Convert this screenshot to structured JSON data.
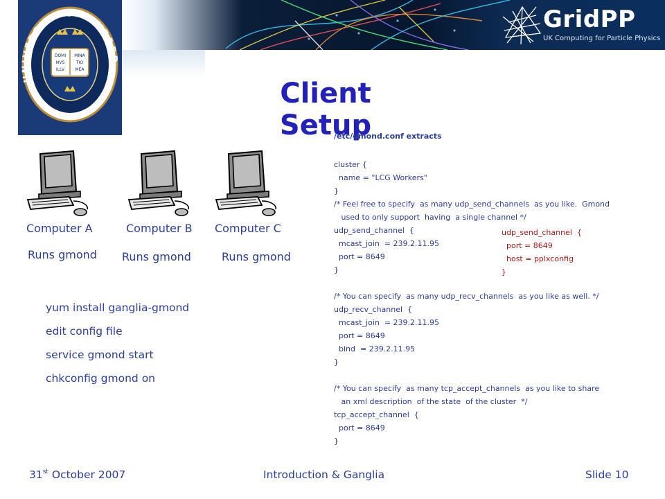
{
  "title": "Client Setup",
  "logos": {
    "oxford_text": "UNIVERSITY OF OXFORD",
    "oxford_book": [
      "DOMI",
      "NVS",
      "ILLV",
      "MINA",
      "TIO",
      "MEA"
    ],
    "gridpp_name": "GridPP",
    "gridpp_tagline": "UK Computing for Particle Physics"
  },
  "computers": [
    {
      "name": "Computer A",
      "role": "Runs gmond"
    },
    {
      "name": "Computer B",
      "role": "Runs gmond"
    },
    {
      "name": "Computer C",
      "role": "Runs gmond"
    }
  ],
  "commands": [
    "yum install ganglia-gmond",
    "edit config file",
    "service gmond start",
    "chkconfig gmond on"
  ],
  "config": {
    "heading": "/etc/gmond.conf extracts",
    "code": "cluster {\n  name = \"LCG Workers\"\n}\n/* Feel free to specify  as many udp_send_channels  as you like.  Gmond\n   used to only support  having  a single channel */\nudp_send_channel  {\n  mcast_join  = 239.2.11.95\n  port = 8649\n}\n\n/* You can specify  as many udp_recv_channels  as you like as well. */\nudp_recv_channel  {\n  mcast_join  = 239.2.11.95\n  port = 8649\n  bind  = 239.2.11.95\n}\n\n/* You can specify  as many tcp_accept_channels  as you like to share\n   an xml description  of the state  of the cluster  */\ntcp_accept_channel  {\n  port = 8649\n}",
    "alt_code": "udp_send_channel  {\n  port = 8649\n  host = pplxconfig\n}"
  },
  "footer": {
    "date_day": "31",
    "date_suffix": "st",
    "date_rest": " October 2007",
    "center": "Introduction & Ganglia",
    "slide": "Slide 10"
  },
  "colors": {
    "title": "#2222bb",
    "text": "#2a3e9a",
    "highlight": "#b01818",
    "oxford_blue": "#0e2a5c"
  }
}
